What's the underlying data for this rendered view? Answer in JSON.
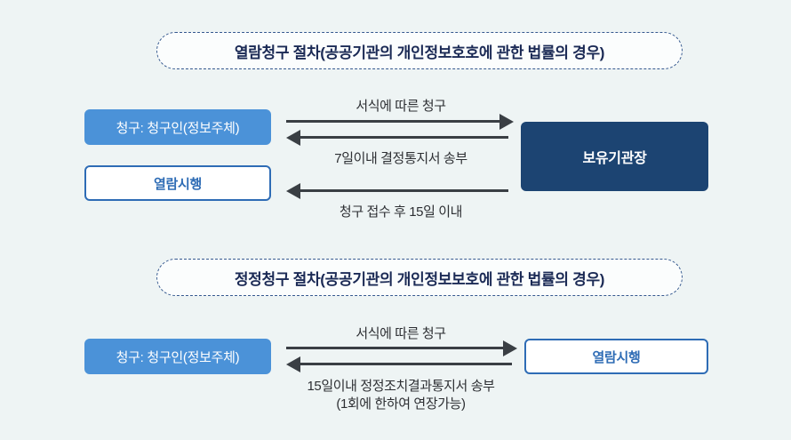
{
  "page": {
    "background": "#eef4f4",
    "accent_blue": "#4b92d8",
    "navy": "#1c4472",
    "outline_blue": "#2e6cb5",
    "title_navy": "#1b2a55",
    "arrow_gray": "#3a3f44"
  },
  "sections": [
    {
      "title": "열람청구 절차(공공기관의 개인정보호호에 관한 법률의 경우)",
      "boxes": {
        "requester": "청구: 청구인(정보주체)",
        "execute": "열람시행",
        "holder": "보유기관장"
      },
      "arrows": [
        {
          "direction": "right",
          "label": "서식에 따른 청구"
        },
        {
          "direction": "left",
          "label": "7일이내 결정통지서 송부"
        },
        {
          "direction": "left",
          "label": "청구 접수 후 15일 이내"
        }
      ]
    },
    {
      "title": "정정청구 절차(공공기관의 개인정보보호에 관한 법률의 경우)",
      "boxes": {
        "requester": "청구: 청구인(정보주체)",
        "execute": "열람시행"
      },
      "arrows": [
        {
          "direction": "right",
          "label": "서식에 따른 청구"
        },
        {
          "direction": "left",
          "label": "15일이내 정정조치결과통지서 송부",
          "label2": "(1회에 한하여 연장가능)"
        }
      ]
    }
  ]
}
